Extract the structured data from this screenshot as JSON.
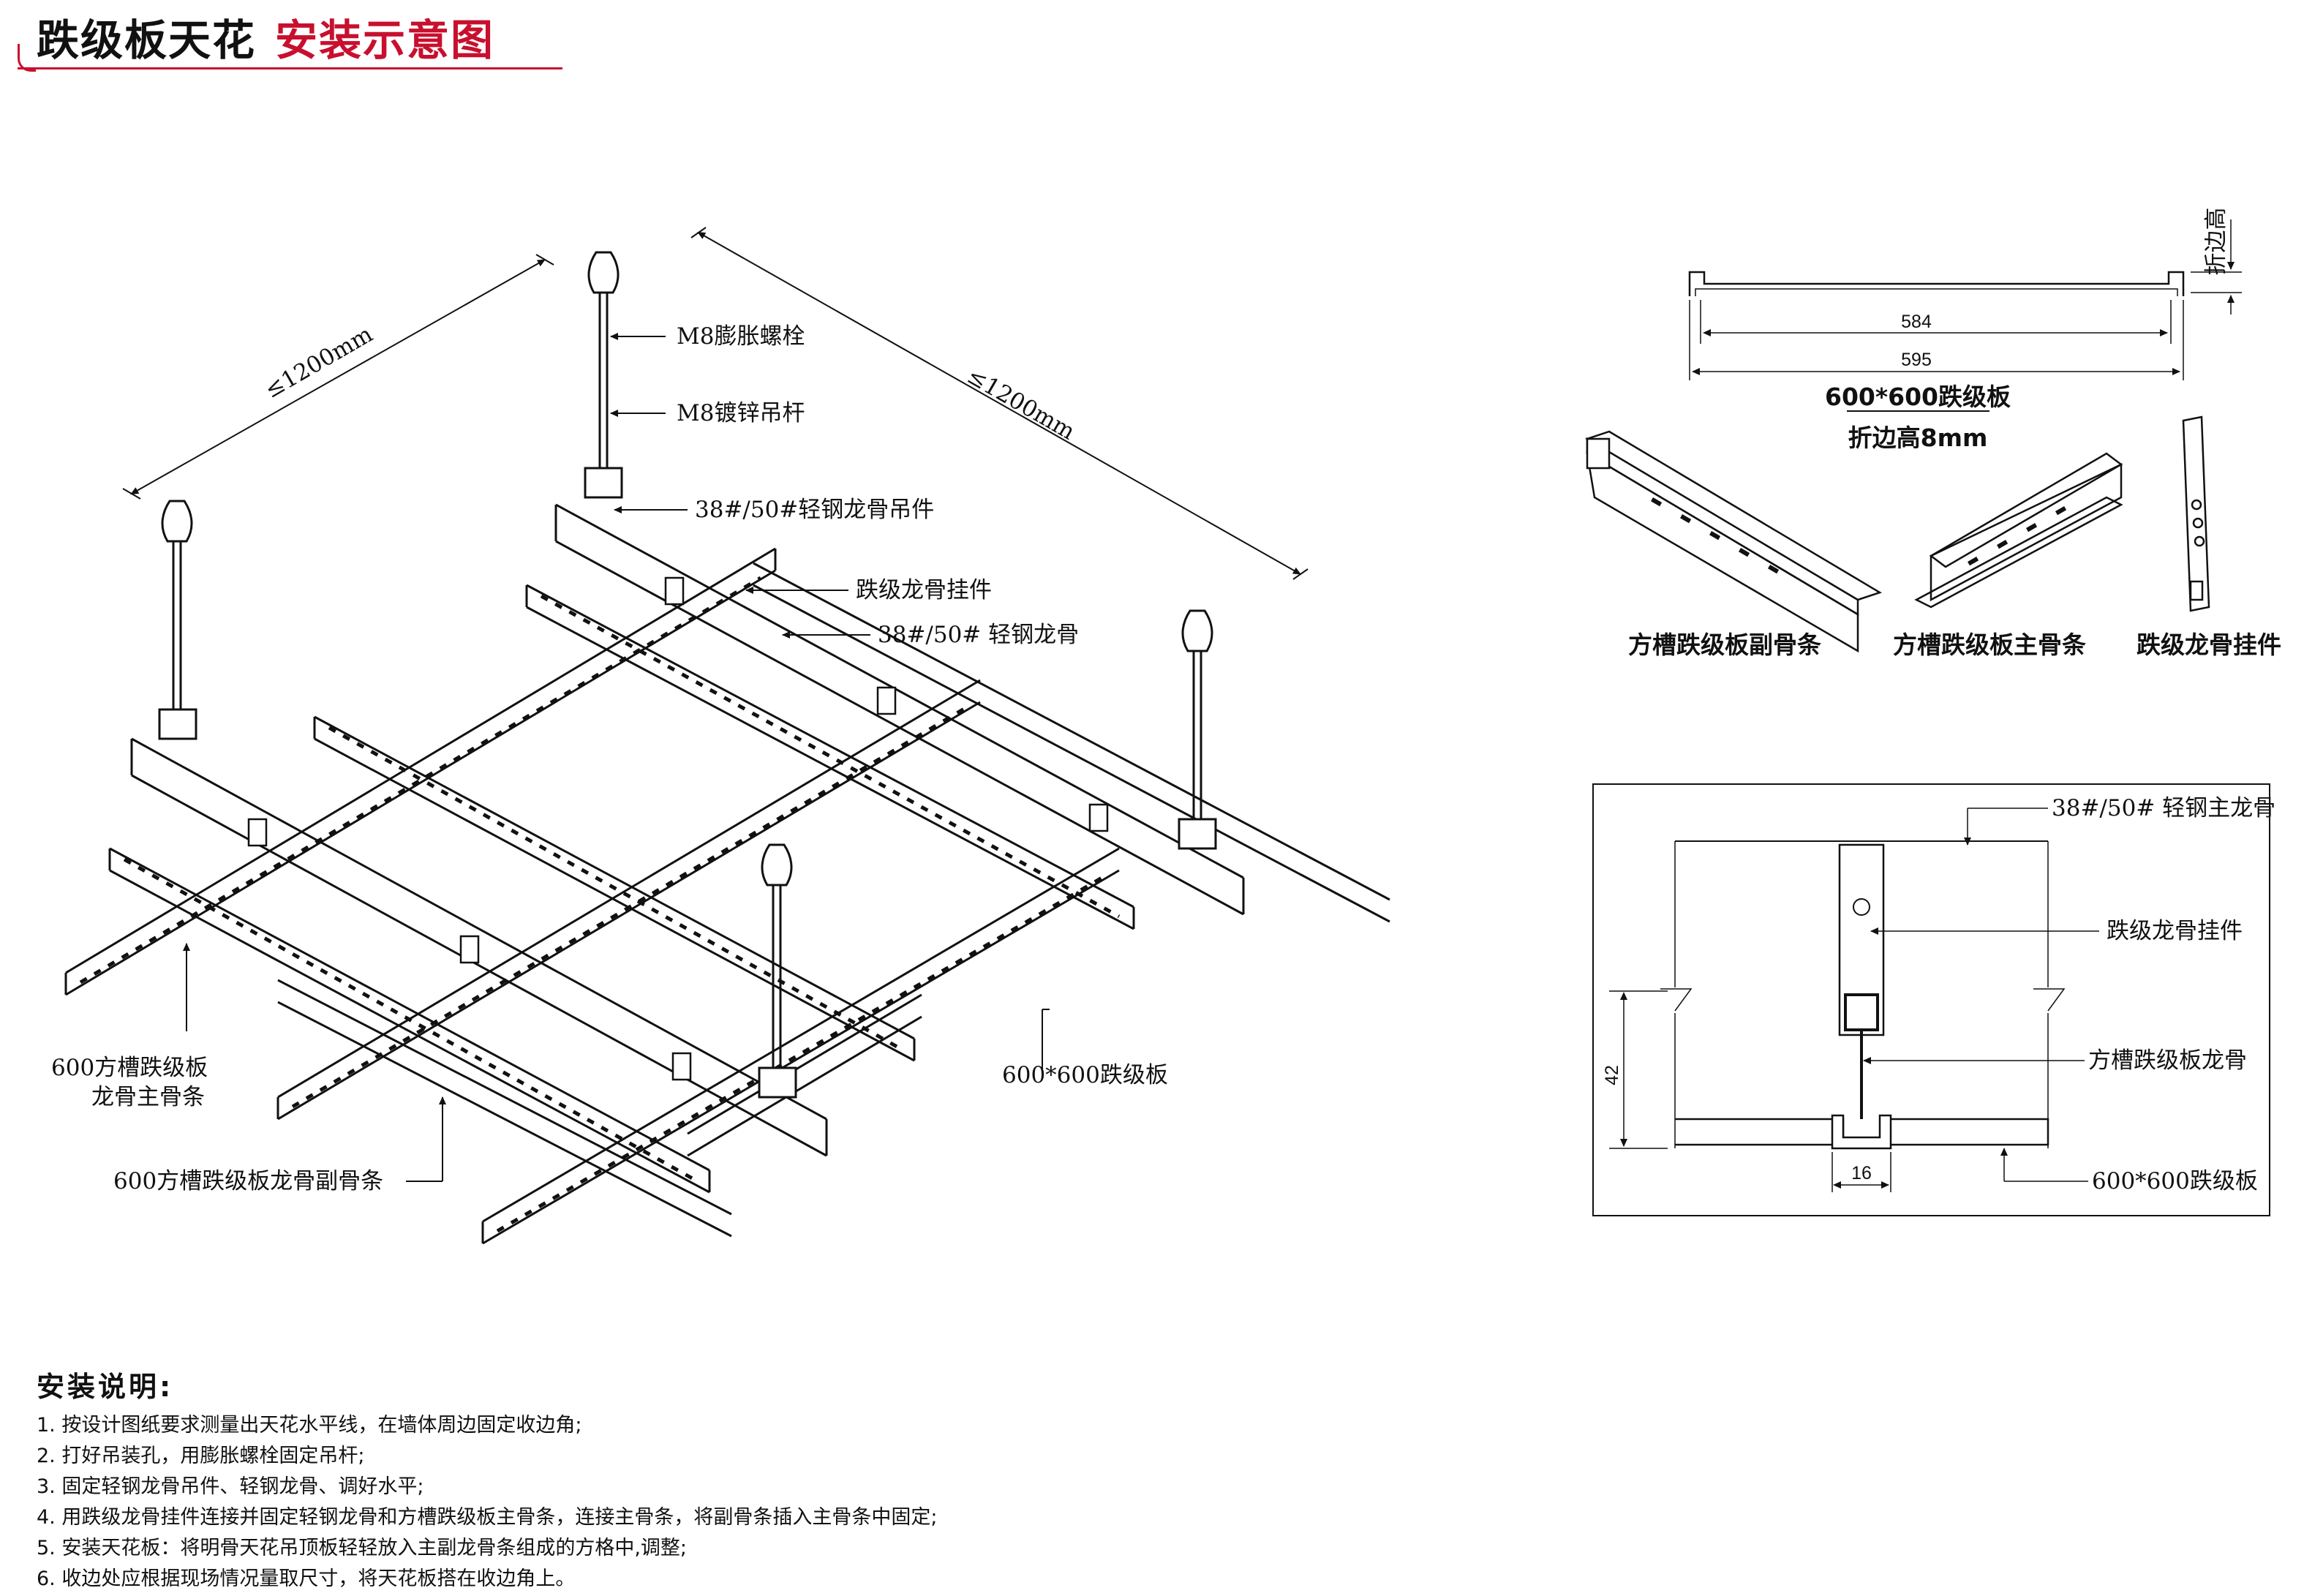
{
  "header": {
    "title_black": "跌级板天花",
    "title_red": "安装示意图",
    "accent_color": "#c8102e"
  },
  "main_diagram": {
    "dim_top_left": "≤1200mm",
    "dim_top_right": "≤1200mm",
    "labels": {
      "expansion_bolt": "M8膨胀螺栓",
      "galvanized_rod": "M8镀锌吊杆",
      "keel_hanger": "38#/50#轻钢龙骨吊件",
      "drop_keel_clip": "跌级龙骨挂件",
      "light_steel_keel": "38#/50# 轻钢龙骨",
      "panel": "600*600跌级板",
      "main_runner_line1": "600方槽跌级板",
      "main_runner_line2": "龙骨主骨条",
      "cross_runner": "600方槽跌级板龙骨副骨条"
    }
  },
  "panel_profile": {
    "dim_inner": "584",
    "dim_outer": "595",
    "fold_height_label": "折边高",
    "caption_line1": "600*600跌级板",
    "caption_line2": "折边高8mm"
  },
  "parts": {
    "cross_runner": "方槽跌级板副骨条",
    "main_runner": "方槽跌级板主骨条",
    "clip": "跌级龙骨挂件"
  },
  "section_detail": {
    "main_keel": "38#/50# 轻钢主龙骨",
    "clip": "跌级龙骨挂件",
    "runner": "方槽跌级板龙骨",
    "panel": "600*600跌级板",
    "dim_height": "42",
    "dim_width": "16"
  },
  "instructions": {
    "title": "安装说明:",
    "items": [
      "1. 按设计图纸要求测量出天花水平线，在墙体周边固定收边角;",
      "2. 打好吊装孔，用膨胀螺栓固定吊杆;",
      "3. 固定轻钢龙骨吊件、轻钢龙骨、调好水平;",
      "4. 用跌级龙骨挂件连接并固定轻钢龙骨和方槽跌级板主骨条，连接主骨条，将副骨条插入主骨条中固定;",
      "5. 安装天花板：将明骨天花吊顶板轻轻放入主副龙骨条组成的方格中,调整;",
      "6. 收边处应根据现场情况量取尺寸，将天花板搭在收边角上。"
    ]
  }
}
